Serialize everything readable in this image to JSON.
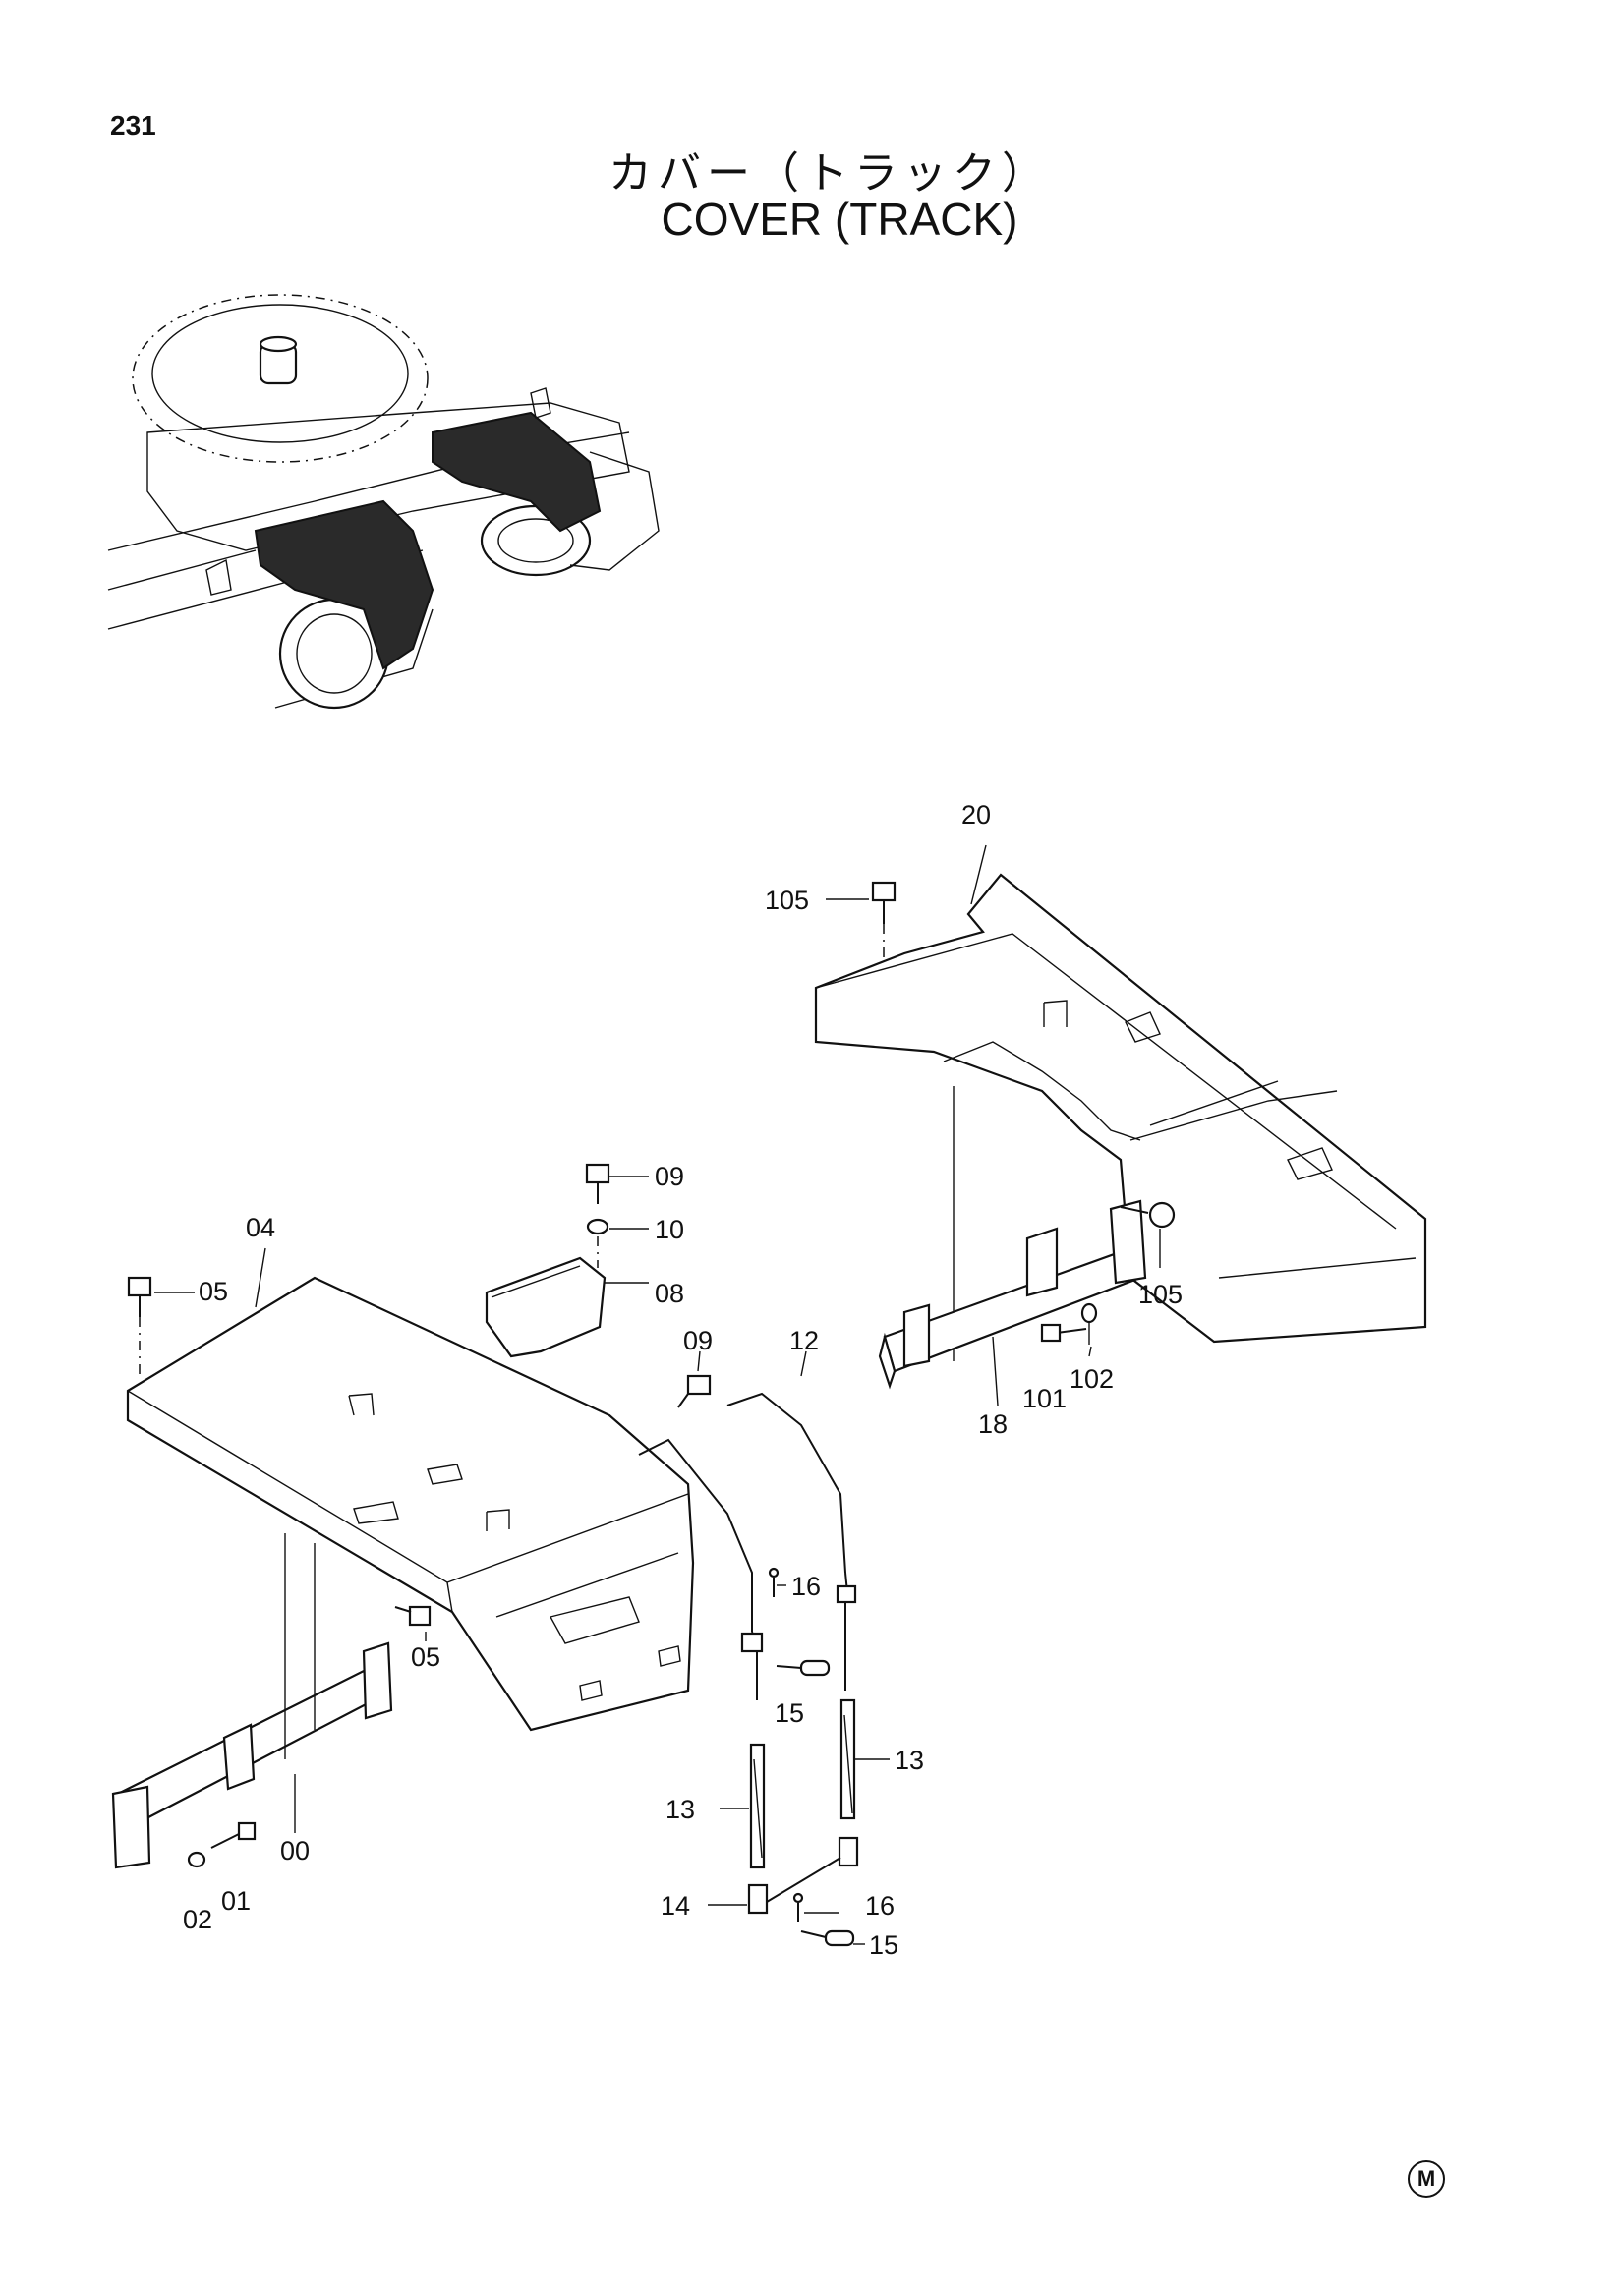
{
  "page_number": "231",
  "title_jp": "カバー（トラック）",
  "title_en": "COVER (TRACK)",
  "callouts": {
    "c00": "00",
    "c01": "01",
    "c02": "02",
    "c04": "04",
    "c05a": "05",
    "c05b": "05",
    "c08": "08",
    "c09a": "09",
    "c09b": "09",
    "c10": "10",
    "c12": "12",
    "c13a": "13",
    "c13b": "13",
    "c14": "14",
    "c15a": "15",
    "c15b": "15",
    "c16a": "16",
    "c16b": "16",
    "c18": "18",
    "c20": "20",
    "c101": "101",
    "c102": "102",
    "c105a": "105",
    "c105b": "105"
  },
  "footer_mark": "M"
}
